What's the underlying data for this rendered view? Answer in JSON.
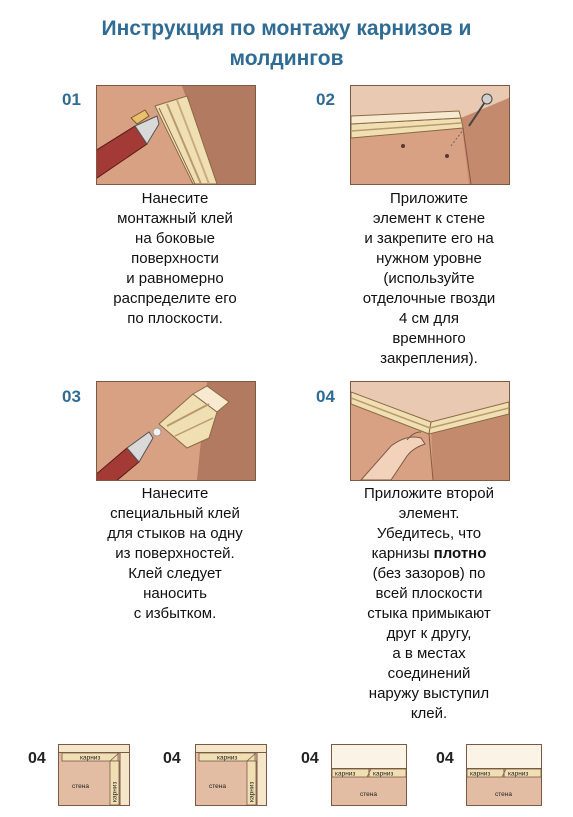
{
  "title": [
    "Инструкция по монтажу карнизов и",
    "молдингов"
  ],
  "steps": [
    {
      "number": "01",
      "lines": [
        "Нанесите",
        "монтажный клей",
        "на боковые",
        "поверхности",
        "и равномерно",
        "распределите его",
        "по плоскости."
      ]
    },
    {
      "number": "02",
      "lines": [
        "Приложите",
        "элемент к стене",
        "и закрепите его на",
        "нужном уровне",
        "(используйте",
        "отделочные гвозди",
        "4 см для",
        "времнного",
        "закрепления)."
      ]
    },
    {
      "number": "03",
      "lines": [
        "Нанесите",
        "специальный клей",
        "для стыков на одну",
        "из поверхностей.",
        "Клей следует",
        "наносить",
        "с избытком."
      ]
    },
    {
      "number": "04",
      "lines": [
        "Приложите второй",
        "элемент.",
        "Убедитесь, что",
        "карнизы ",
        "плотно",
        " (без зазоров) по",
        "всей плоскости",
        "стыка примыкают",
        "друг к другу,",
        "а в местах",
        "соединений",
        "наружу выступил",
        "клей."
      ]
    }
  ],
  "diagrams": [
    {
      "number": "04",
      "top_label": "карниз",
      "bottom_label": "стена",
      "side_label": "карниз"
    },
    {
      "number": "04",
      "top_label": "карниз",
      "bottom_label": "стена",
      "side_label": "карниз"
    },
    {
      "number": "04",
      "left_label": "карниз",
      "right_label": "карниз",
      "bottom_label": "стена"
    },
    {
      "number": "04",
      "left_label": "карниз",
      "right_label": "карниз",
      "bottom_label": "стена"
    }
  ],
  "colors": {
    "title": "#2f6b93",
    "wall": "#d9a184",
    "wall_dark": "#b27a60",
    "molding": "#f1dfb4",
    "diagram_wall": "#e2bda3",
    "diagram_top": "#f5e6c9"
  }
}
